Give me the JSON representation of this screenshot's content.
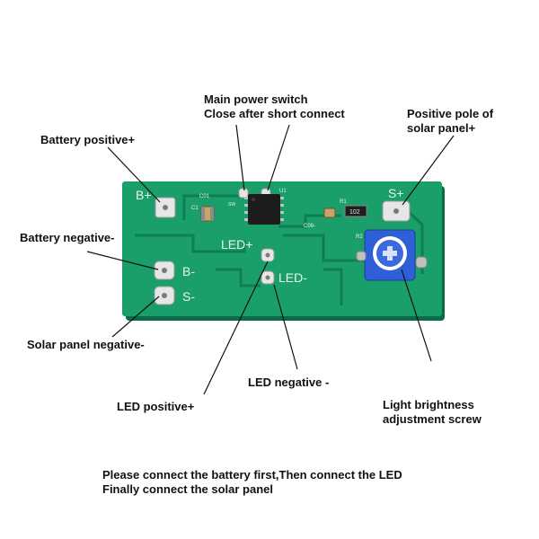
{
  "labels": {
    "main_switch_1": "Main power switch",
    "main_switch_2": "Close after short connect",
    "solar_pos_1": "Positive pole of",
    "solar_pos_2": "solar panel+",
    "battery_pos": "Battery positive+",
    "battery_neg": "Battery negative-",
    "solar_neg": "Solar panel negative-",
    "led_neg": "LED negative -",
    "led_pos": "LED positive+",
    "brightness_1": "Light brightness",
    "brightness_2": "adjustment screw"
  },
  "board": {
    "b_plus": "B+",
    "s_plus": "S+",
    "b_minus": "B-",
    "s_minus": "S-",
    "led_plus": "LED+",
    "led_minus": "LED-",
    "c01": "C01",
    "c1": "C1",
    "u1": "U1",
    "r1": "R1",
    "r2": "R2",
    "sw": "SW",
    "r102": "102",
    "part": "C09-"
  },
  "instructions": {
    "line1": "Please connect the battery first,Then connect the LED",
    "line2": "Finally connect the solar panel"
  },
  "colors": {
    "pcb": "#1a9e6a",
    "trace": "#0e7a4f",
    "pad": "#e6e6e6",
    "pot": "#2f5fd6"
  }
}
